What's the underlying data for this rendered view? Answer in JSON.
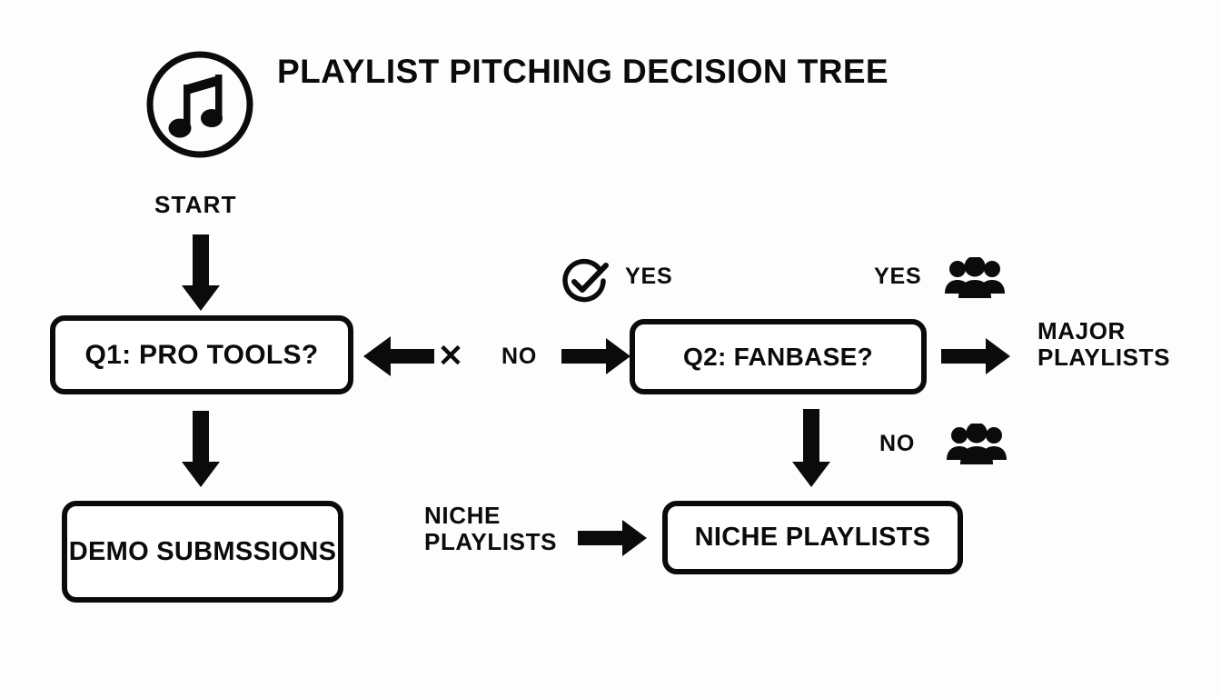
{
  "diagram": {
    "title": "PLAYLIST PITCHING DECISION TREE",
    "background_color": "#fdfdfd",
    "ink_color": "#0b0b0b",
    "icons": {
      "brand": "music-note-circle-icon",
      "yes_marker": "check-circle-icon",
      "audience": "people-group-icon",
      "reject_marker": "x-mark"
    },
    "nodes": {
      "start": "START",
      "q1": "Q1: PRO TOOLS?",
      "q2": "Q2: FANBASE?",
      "demo": "DEMO\nSUBMSSIONS",
      "niche_box": "NICHE PLAYLISTS",
      "major_outcome": "MAJOR\nPLAYLISTS",
      "niche_side_label": "NICHE\nPLAYLISTS"
    },
    "edge_labels": {
      "yes_left": "YES",
      "yes_right": "YES",
      "no_mid": "NO",
      "no_bottom": "NO",
      "x_mark": "✕"
    }
  }
}
